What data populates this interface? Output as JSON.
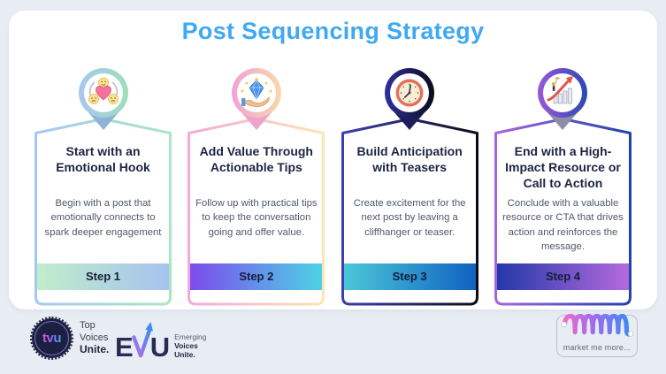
{
  "header": {
    "title": "Post Sequencing Strategy",
    "title_color": "#3FA9F1"
  },
  "cards": [
    {
      "icon": "emotions-heart-icon",
      "title": "Start with an Emotional Hook",
      "description": "Begin with a post that emotionally connects to spark deeper engagement",
      "step_label": "Step 1",
      "border_from": "#A7C7F2",
      "border_to": "#ABE6C4",
      "pin_from": "#A7C7F2",
      "pin_to": "#9EDFB9",
      "drop_color": "#8FB2D8",
      "step_from": "#BFEECB",
      "step_to": "#A6C2EE"
    },
    {
      "icon": "diamond-hand-icon",
      "title": "Add Value Through Actionable Tips",
      "description": "Follow up with practical tips to keep the conversation going and offer value.",
      "step_label": "Step 2",
      "border_from": "#F3A9DE",
      "border_to": "#FAE5B5",
      "pin_from": "#F2A2D5",
      "pin_to": "#F7D9A8",
      "drop_color": "#EFA3CB",
      "step_from": "#7C4CEC",
      "step_to": "#4ED2E6"
    },
    {
      "icon": "clock-icon",
      "title": "Build Anticipation with Teasers",
      "description": "Create excitement for the next post by leaving a cliffhanger or teaser.",
      "step_label": "Step 3",
      "border_from": "#3E3EB4",
      "border_to": "#0C0C18",
      "pin_from": "#2F2F9E",
      "pin_to": "#0C0C18",
      "drop_color": "#1C1E5C",
      "step_from": "#4BC7D8",
      "step_to": "#1162C1"
    },
    {
      "icon": "growth-chart-icon",
      "title": "End with a High-Impact Resource or Call to Action",
      "description": "Conclude with a valuable resource or CTA that drives action and reinforces the message.",
      "step_label": "Step 4",
      "border_from": "#A565E0",
      "border_to": "#1F42AC",
      "pin_from": "#9A58D8",
      "pin_to": "#2B49B2",
      "drop_color": "#8D8DA8",
      "step_from": "#2438A9",
      "step_to": "#B56ADE"
    }
  ],
  "footer": {
    "tvu": {
      "monogram": "tvu",
      "lines": [
        "Top",
        "Voices",
        "Unite."
      ]
    },
    "evu": {
      "letter_e": "E",
      "letter_u": "U",
      "lines": [
        "Emerging",
        "Voices",
        "Unite."
      ]
    },
    "mmm": {
      "tagline": "market me more..."
    }
  }
}
